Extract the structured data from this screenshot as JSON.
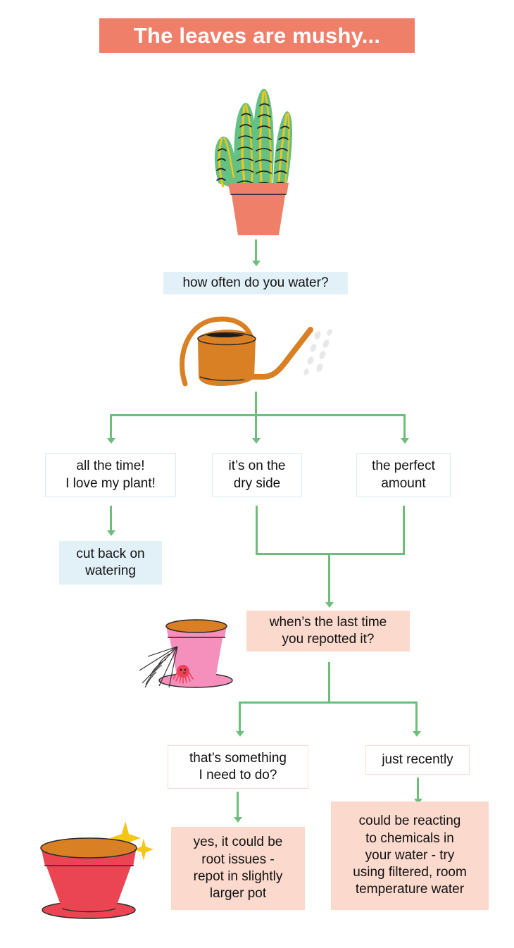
{
  "page": {
    "title": "The leaves are mushy...",
    "background": "#ffffff"
  },
  "colors": {
    "banner": "#ef7f68",
    "banner_text": "#ffffff",
    "blue_fill": "#e2f0f8",
    "blue_outline": "#dbeaf5",
    "pink_fill": "#fbd9cd",
    "pink_outline": "#fbddd2",
    "arrow_green": "#6cbe7a",
    "text": "#111111",
    "plant_leaf": "#63c183",
    "plant_leaf_edge": "#f5c518",
    "plant_pot": "#ef7f68",
    "watering_can": "#d98025",
    "spider_pot": "#f58fbc",
    "spider_pot_soil": "#d98025",
    "spider_body": "#ef4056",
    "empty_pot": "#eb4452",
    "empty_pot_soil": "#d98025",
    "sparkle": "#f5c518"
  },
  "flow": {
    "question_1": "how often do you water?",
    "answers_1": [
      "all the time!\nI love my plant!",
      "it’s on the\ndry side",
      "the perfect\namount"
    ],
    "answer_1_lines": [
      [
        "all the time!",
        "I love my plant!"
      ],
      [
        "it’s on the",
        "dry side"
      ],
      [
        "the perfect",
        "amount"
      ]
    ],
    "result_1": [
      "cut back on",
      "watering"
    ],
    "question_2": [
      "when’s the last time",
      "you repotted it?"
    ],
    "answers_2_lines": [
      [
        "that’s something",
        "I need to do?"
      ],
      [
        "just recently"
      ]
    ],
    "result_2_lines": [
      "yes, it could be",
      "root issues -",
      "repot in slightly",
      "larger pot"
    ],
    "result_3_lines": [
      "could be reacting",
      "to chemicals in",
      "your water - try",
      "using filtered, room",
      "temperature water"
    ]
  },
  "illustrations": {
    "snake_plant": "snake-plant-in-terracotta-pot",
    "watering_can": "orange-watering-can-with-droplets",
    "spider_pot": "pink-pot-with-cobweb-and-spider",
    "empty_pot": "red-empty-pot-with-sparkles"
  }
}
